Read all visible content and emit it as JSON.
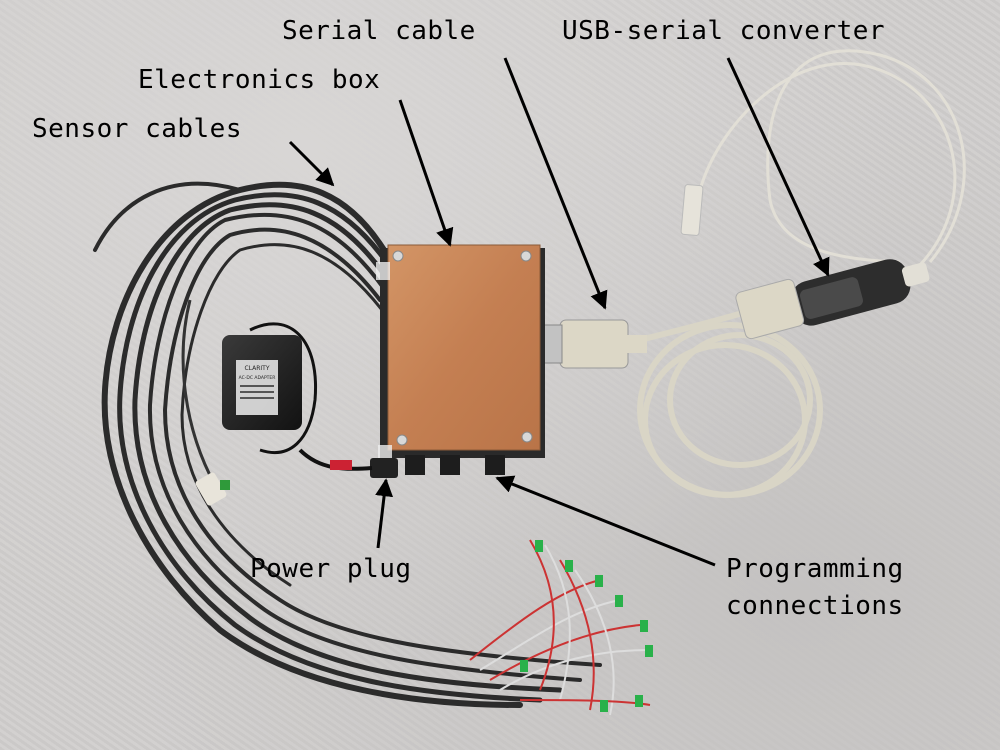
{
  "labels": {
    "serial_cable": "Serial cable",
    "usb_serial_converter": "USB-serial converter",
    "electronics_box": "Electronics box",
    "sensor_cables": "Sensor cables",
    "power_plug": "Power plug",
    "programming_1": "Programming",
    "programming_2": "connections"
  },
  "adapter_text": {
    "brand": "CLARITY",
    "model": "AC-DC ADAPTER"
  },
  "colors": {
    "background": "#cfcdcc",
    "wood": "#c98a5e",
    "cable_black": "#2a2a2a",
    "cable_beige": "#d8d4c4",
    "label_text": "#000000"
  }
}
